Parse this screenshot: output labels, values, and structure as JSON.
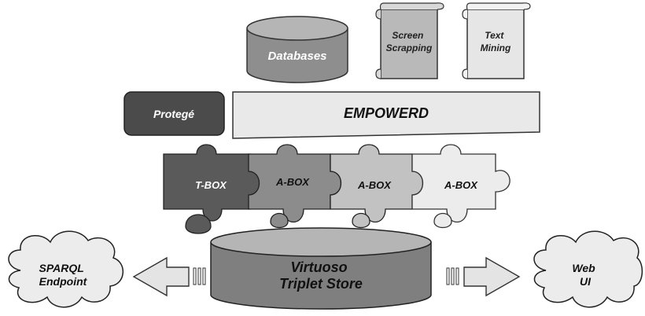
{
  "sources": {
    "databases": "Databases",
    "screen_scrapping": [
      "Screen",
      "Scrapping"
    ],
    "text_mining": [
      "Text",
      "Mining"
    ]
  },
  "tools": {
    "protege": "Protegé",
    "empowerd": "EMPOWERD"
  },
  "puzzle": {
    "tbox": "T-BOX",
    "abox": [
      "A-BOX",
      "A-BOX",
      "A-BOX"
    ]
  },
  "store": [
    "Virtuoso",
    "Triplet Store"
  ],
  "outputs": {
    "sparql": [
      "SPARQL",
      "Endpoint"
    ],
    "web": [
      "Web",
      "UI"
    ]
  }
}
